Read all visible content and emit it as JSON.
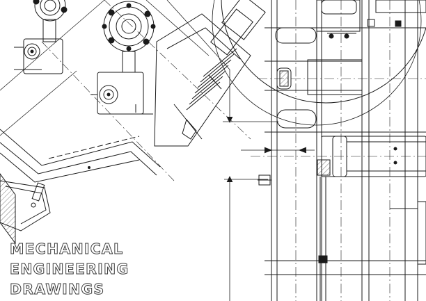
{
  "artwork": {
    "subject": "engineering blueprint",
    "line_color": "#1a1a1a",
    "background_color": "#ffffff"
  },
  "caption": {
    "line1": "MECHANICAL",
    "line2": "ENGINEERING",
    "line3": "DRAWINGS"
  }
}
